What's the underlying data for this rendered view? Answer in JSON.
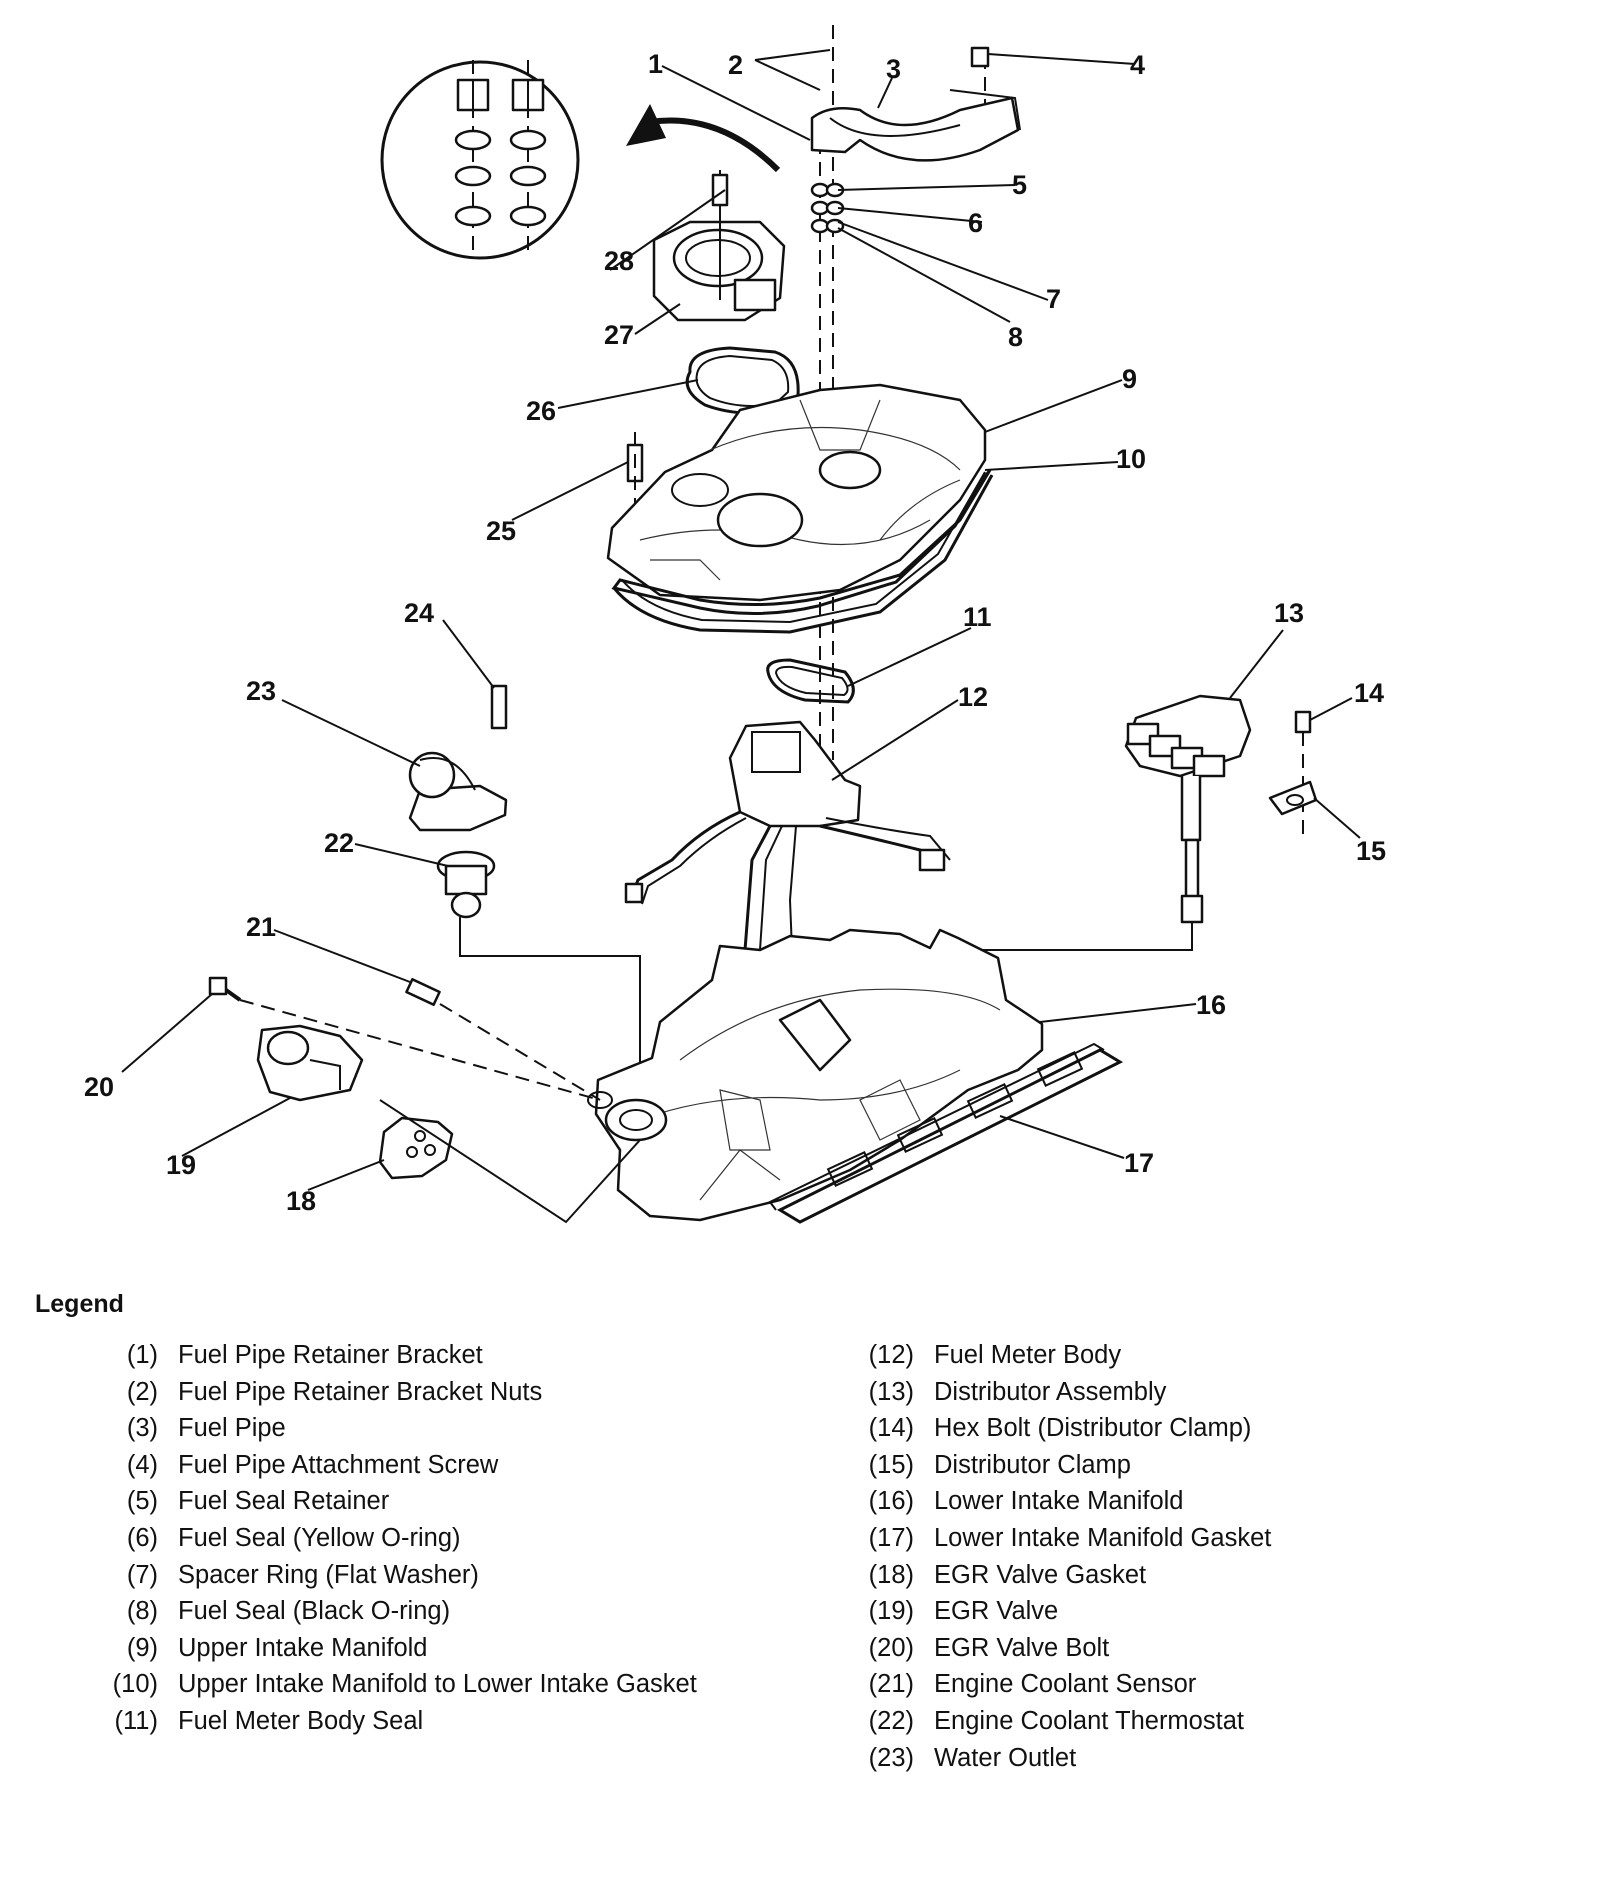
{
  "callouts": {
    "c1": "1",
    "c2": "2",
    "c3": "3",
    "c4": "4",
    "c5": "5",
    "c6": "6",
    "c7": "7",
    "c8": "8",
    "c9": "9",
    "c10": "10",
    "c11": "11",
    "c12": "12",
    "c13": "13",
    "c14": "14",
    "c15": "15",
    "c16": "16",
    "c17": "17",
    "c18": "18",
    "c19": "19",
    "c20": "20",
    "c21": "21",
    "c22": "22",
    "c23": "23",
    "c24": "24",
    "c25": "25",
    "c26": "26",
    "c27": "27",
    "c28": "28"
  },
  "legend": {
    "title": "Legend",
    "left": [
      {
        "num": "(1)",
        "text": "Fuel Pipe Retainer Bracket"
      },
      {
        "num": "(2)",
        "text": "Fuel Pipe Retainer Bracket Nuts"
      },
      {
        "num": "(3)",
        "text": "Fuel Pipe"
      },
      {
        "num": "(4)",
        "text": "Fuel Pipe Attachment Screw"
      },
      {
        "num": "(5)",
        "text": "Fuel Seal Retainer"
      },
      {
        "num": "(6)",
        "text": "Fuel Seal (Yellow O-ring)"
      },
      {
        "num": "(7)",
        "text": "Spacer Ring (Flat Washer)"
      },
      {
        "num": "(8)",
        "text": "Fuel Seal (Black O-ring)"
      },
      {
        "num": "(9)",
        "text": "Upper Intake Manifold"
      },
      {
        "num": "(10)",
        "text": "Upper Intake Manifold to Lower Intake Gasket"
      },
      {
        "num": "(11)",
        "text": "Fuel Meter Body Seal"
      }
    ],
    "right": [
      {
        "num": "(12)",
        "text": "Fuel Meter Body"
      },
      {
        "num": "(13)",
        "text": "Distributor Assembly"
      },
      {
        "num": "(14)",
        "text": "Hex Bolt (Distributor Clamp)"
      },
      {
        "num": "(15)",
        "text": "Distributor Clamp"
      },
      {
        "num": "(16)",
        "text": "Lower Intake Manifold"
      },
      {
        "num": "(17)",
        "text": "Lower Intake Manifold Gasket"
      },
      {
        "num": "(18)",
        "text": "EGR Valve Gasket"
      },
      {
        "num": "(19)",
        "text": "EGR Valve"
      },
      {
        "num": "(20)",
        "text": "EGR Valve Bolt"
      },
      {
        "num": "(21)",
        "text": "Engine Coolant Sensor"
      },
      {
        "num": "(22)",
        "text": "Engine Coolant Thermostat"
      },
      {
        "num": "(23)",
        "text": "Water Outlet"
      }
    ]
  }
}
